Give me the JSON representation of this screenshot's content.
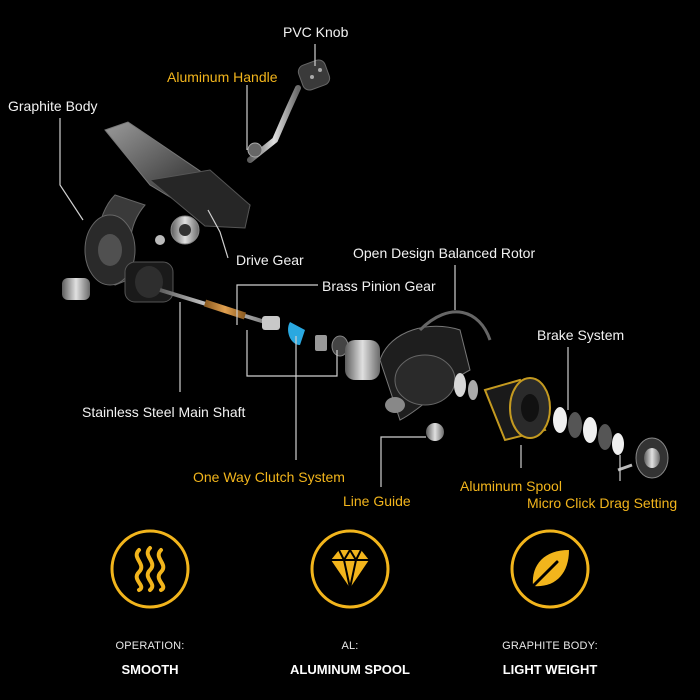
{
  "labels": {
    "pvc_knob": "PVC Knob",
    "aluminum_handle": "Aluminum Handle",
    "graphite_body": "Graphite Body",
    "drive_gear": "Drive Gear",
    "open_design_rotor": "Open Design Balanced Rotor",
    "brass_pinion_gear": "Brass Pinion Gear",
    "brake_system": "Brake System",
    "main_shaft": "Stainless Steel Main Shaft",
    "one_way_clutch": "One Way Clutch System",
    "line_guide": "Line Guide",
    "aluminum_spool": "Aluminum Spool",
    "micro_click_drag": "Micro Click Drag Setting"
  },
  "features": [
    {
      "icon": "heat-waves-icon",
      "caption": "OPERATION:",
      "value": "SMOOTH"
    },
    {
      "icon": "diamond-icon",
      "caption": "AL:",
      "value": "ALUMINUM SPOOL"
    },
    {
      "icon": "leaf-icon",
      "caption": "GRAPHITE BODY:",
      "value": "LIGHT WEIGHT"
    }
  ],
  "colors": {
    "background": "#000000",
    "accent_gold": "#f2b51c",
    "label_white": "#f2f2f2"
  }
}
